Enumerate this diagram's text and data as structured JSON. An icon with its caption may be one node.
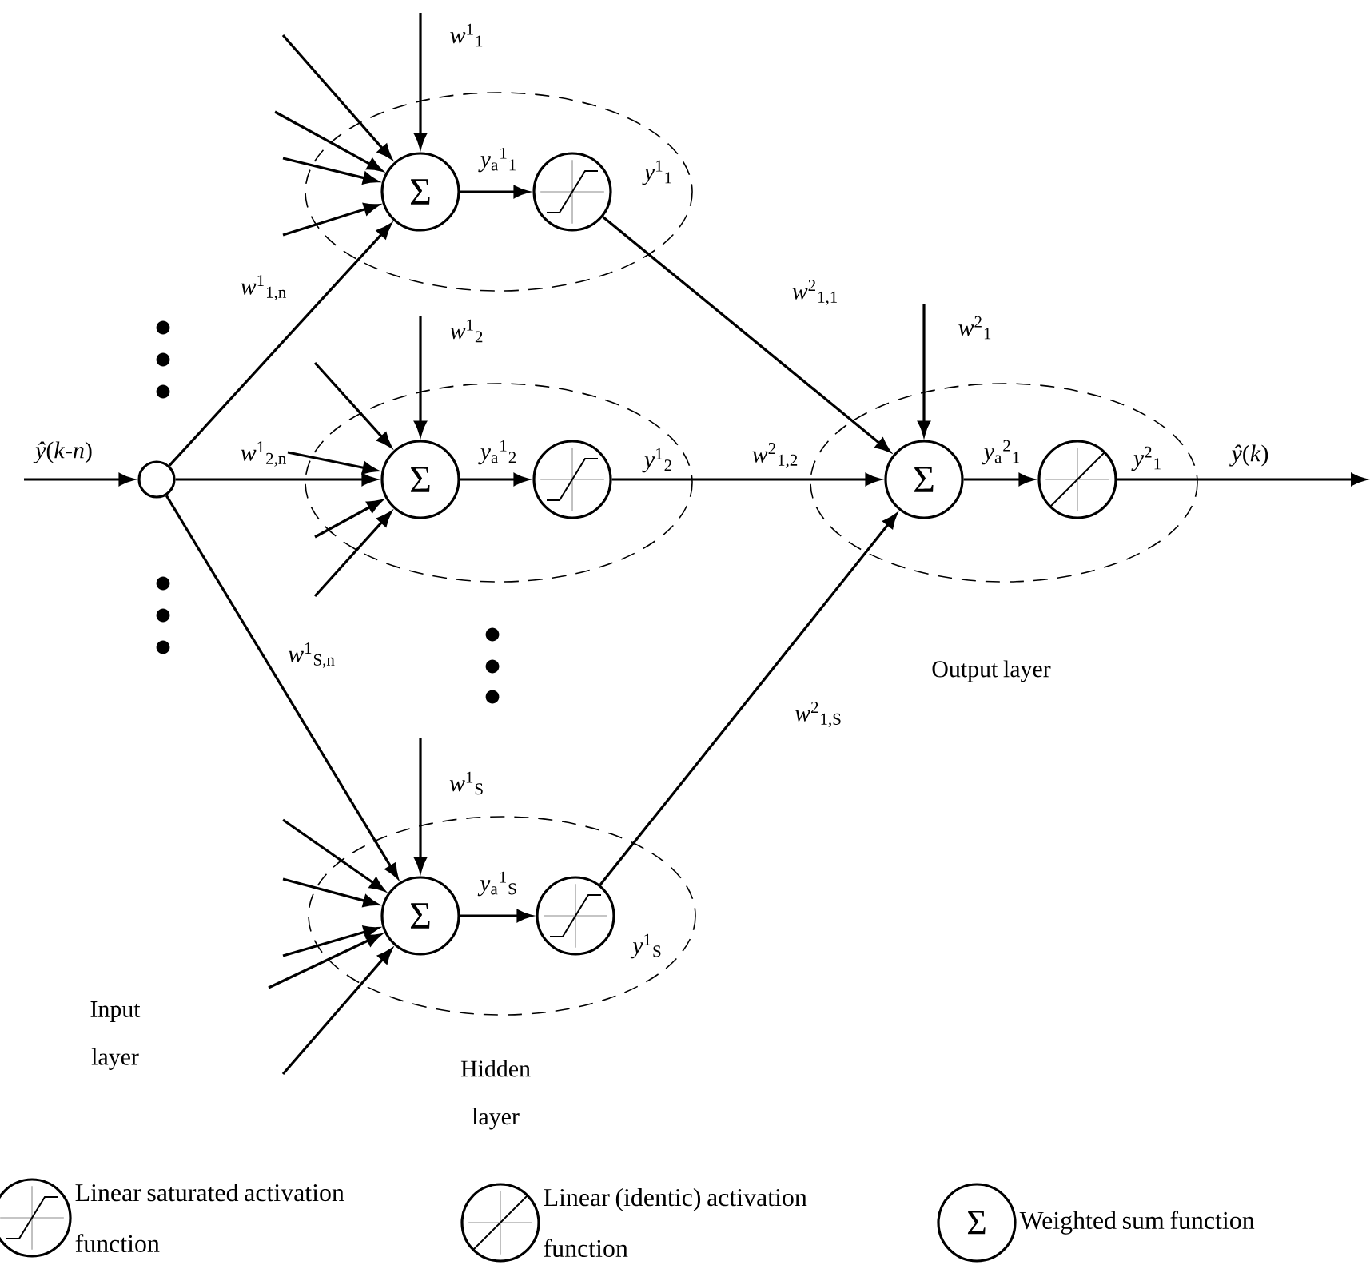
{
  "diagram": {
    "nodes": [
      {
        "text": [],
        "shape": "circle"
      },
      {
        "text": [
          "Σ"
        ]
      },
      {
        "text": [],
        "shape": "circle",
        "beside": [
          "*y*$^{1}$$_{1}$"
        ]
      },
      {
        "text": [
          "Σ"
        ]
      },
      {
        "text": [],
        "shape": "circle",
        "beside": [
          "*y*$^{1}$$_{2}$"
        ]
      },
      {
        "text": [
          "Σ"
        ]
      },
      {
        "text": [],
        "shape": "circle",
        "beside": [
          "*y*$^{1}$$_{S}$"
        ]
      },
      {
        "text": [
          "Σ"
        ]
      },
      {
        "text": [],
        "shape": "circle",
        "beside": [
          "*y*$^{2}$$_{1}$"
        ]
      }
    ],
    "edges": [
      {
        "from": null,
        "to": 0,
        "arrow": "to",
        "label": "*ŷ*(*k*-*n*)"
      },
      {
        "from": 0,
        "to": 1,
        "arrow": "to",
        "label": "*w*$^{1}$$_{1,n}$"
      },
      {
        "from": 0,
        "to": 3,
        "arrow": "to",
        "label": "*w*$^{1}$$_{2,n}$"
      },
      {
        "from": 0,
        "to": 5,
        "arrow": "to",
        "label": "*w*$^{1}$$_{S,n}$"
      },
      {
        "from": null,
        "to": 1,
        "arrow": "to"
      },
      {
        "from": null,
        "to": 1,
        "arrow": "to"
      },
      {
        "from": null,
        "to": 1,
        "arrow": "to"
      },
      {
        "from": null,
        "to": 1,
        "arrow": "to"
      },
      {
        "from": null,
        "to": 3,
        "arrow": "to"
      },
      {
        "from": null,
        "to": 3,
        "arrow": "to"
      },
      {
        "from": null,
        "to": 3,
        "arrow": "to"
      },
      {
        "from": null,
        "to": 3,
        "arrow": "to"
      },
      {
        "from": null,
        "to": 5,
        "arrow": "to"
      },
      {
        "from": null,
        "to": 5,
        "arrow": "to"
      },
      {
        "from": null,
        "to": 5,
        "arrow": "to"
      },
      {
        "from": null,
        "to": 5,
        "arrow": "to"
      },
      {
        "from": null,
        "to": 5,
        "arrow": "to"
      },
      {
        "from": null,
        "to": 1,
        "arrow": "to",
        "label": "*w*$^{1}$$_{1}$"
      },
      {
        "from": null,
        "to": 3,
        "arrow": "to",
        "label": "*w*$^{1}$$_{2}$"
      },
      {
        "from": null,
        "to": 5,
        "arrow": "to",
        "label": "*w*$^{1}$$_{S}$"
      },
      {
        "from": 1,
        "to": 2,
        "arrow": "to",
        "label": "*y*$_{a}$$^{1}$$_{1}$"
      },
      {
        "from": 3,
        "to": 4,
        "arrow": "to",
        "label": "*y*$_{a}$$^{1}$$_{2}$"
      },
      {
        "from": 5,
        "to": 6,
        "arrow": "to",
        "label": "*y*$_{a}$$^{1}$$_{S}$"
      },
      {
        "from": 2,
        "to": 7,
        "arrow": "to",
        "label": "*w*$^{2}$$_{1,1}$"
      },
      {
        "from": 4,
        "to": 7,
        "arrow": "to",
        "label": "*w*$^{2}$$_{1,2}$"
      },
      {
        "from": 6,
        "to": 7,
        "arrow": "to",
        "label": "*w*$^{2}$$_{1,S}$"
      },
      {
        "from": null,
        "to": 7,
        "arrow": "to",
        "label": "*w*$^{2}$$_{1}$"
      },
      {
        "from": 7,
        "to": 8,
        "arrow": "to",
        "label": "*y*$_{a}$$^{2}$$_{1}$"
      },
      {
        "from": 8,
        "to": null,
        "arrow": "to",
        "label": "*ŷ*(*k*)"
      }
    ],
    "labels": [
      "Input layer",
      "Hidden layer",
      "Output layer",
      "Σ"
    ],
    "legend": [
      {
        "text": "Linear saturated activation function"
      },
      {
        "text": "Linear (identic) activation function"
      },
      {
        "text": "Weighted sum function"
      }
    ]
  }
}
